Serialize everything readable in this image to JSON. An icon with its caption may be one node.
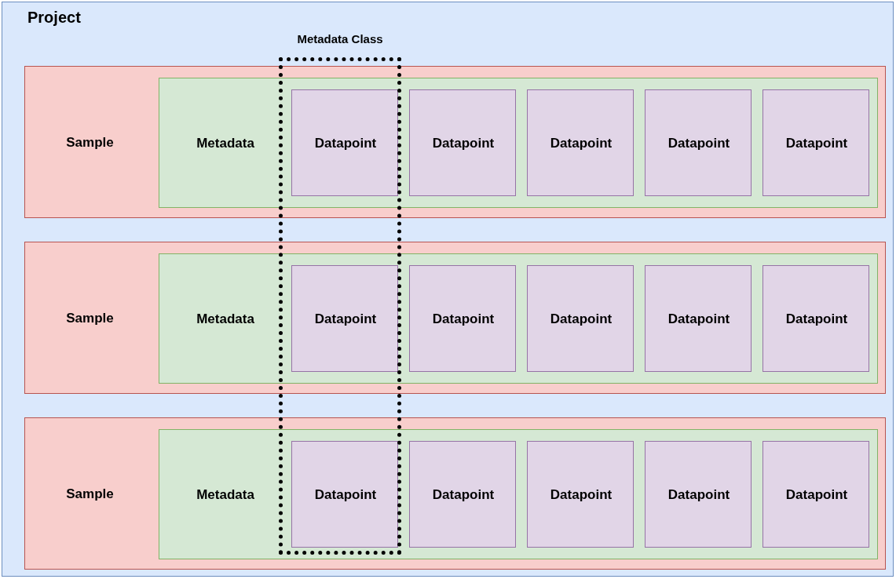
{
  "diagram": {
    "nodes": [
      {
        "text": [
          "Project"
        ]
      },
      {
        "text": [
          "Metadata Class"
        ],
        "in": 0
      },
      {
        "text": [
          "Sample"
        ],
        "in": 0
      },
      {
        "text": [
          "Metadata"
        ],
        "in": 2
      },
      {
        "text": [
          "Datapoint"
        ]
      },
      {
        "text": [
          "Datapoint"
        ],
        "in": 3
      },
      {
        "text": [
          "Datapoint"
        ],
        "in": 3
      },
      {
        "text": [
          "Datapoint"
        ],
        "in": 3
      },
      {
        "text": [
          "Datapoint"
        ],
        "in": 3
      },
      {
        "text": [
          "Sample"
        ],
        "in": 0
      },
      {
        "text": [
          "Metadata"
        ],
        "in": 9
      },
      {
        "text": [
          "Datapoint"
        ]
      },
      {
        "text": [
          "Datapoint"
        ],
        "in": 10
      },
      {
        "text": [
          "Datapoint"
        ],
        "in": 10
      },
      {
        "text": [
          "Datapoint"
        ],
        "in": 10
      },
      {
        "text": [
          "Datapoint"
        ],
        "in": 10
      },
      {
        "text": [
          "Sample"
        ],
        "in": 0
      },
      {
        "text": [
          "Metadata"
        ],
        "in": 16
      },
      {
        "text": [
          "Datapoint"
        ]
      },
      {
        "text": [
          "Datapoint"
        ],
        "in": 17
      },
      {
        "text": [
          "Datapoint"
        ],
        "in": 17
      },
      {
        "text": [
          "Datapoint"
        ],
        "in": 17
      },
      {
        "text": [
          "Datapoint"
        ],
        "in": 17
      }
    ],
    "edges": []
  }
}
